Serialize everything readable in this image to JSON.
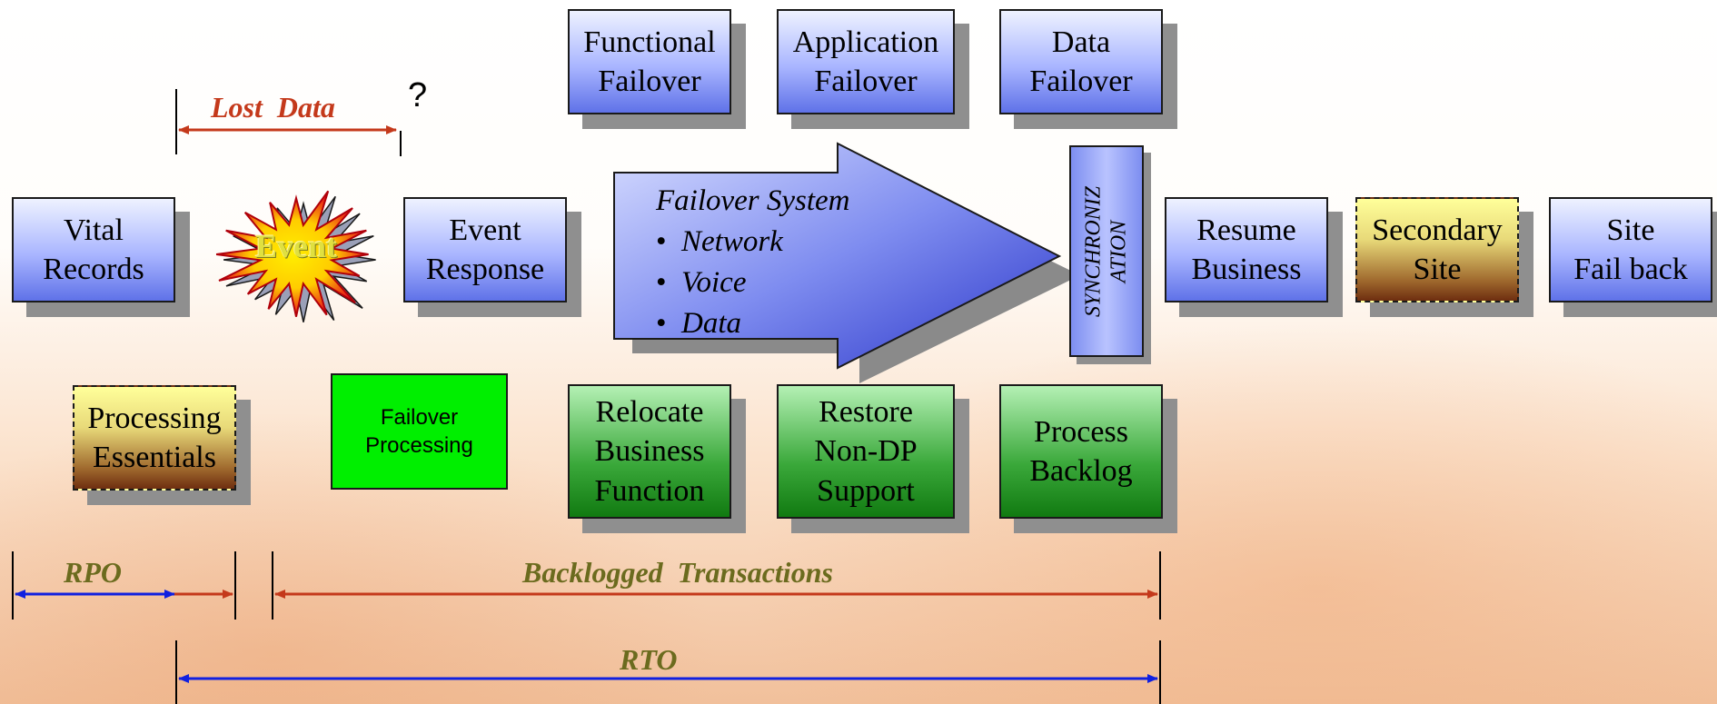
{
  "top_row": {
    "functional_failover": "Functional\nFailover",
    "application_failover": "Application\nFailover",
    "data_failover": "Data\nFailover"
  },
  "middle_row": {
    "vital_records": "Vital\nRecords",
    "event_starburst": "Event",
    "event_response": "Event\nResponse",
    "failover_system": {
      "title": "Failover System",
      "items": [
        "Network",
        "Voice",
        "Data"
      ]
    },
    "synchronization": "SYNCHRONIZ\nATION",
    "resume_business": "Resume\nBusiness",
    "secondary_site": "Secondary\nSite",
    "site_fail_back": "Site\nFail back"
  },
  "bottom_row": {
    "processing_essentials": "Processing\nEssentials",
    "failover_processing": "Failover\nProcessing",
    "relocate_business_function": "Relocate\nBusiness\nFunction",
    "restore_non_dp_support": "Restore\nNon-DP\nSupport",
    "process_backlog": "Process\nBacklog"
  },
  "spans": {
    "lost_data": "Lost  Data",
    "question_mark": "?",
    "rpo": "RPO",
    "backlogged_transactions": "Backlogged  Transactions",
    "rto": "RTO"
  },
  "colors": {
    "box_blue": "#a9b5ff",
    "box_green": "#3aa83a",
    "box_gold": "#e8d979",
    "failover_processing_green": "#00ef00",
    "arrow_red": "#c4391b",
    "arrow_blue": "#1020e0",
    "starburst_red": "#e8101a",
    "starburst_yellow": "#ffee00"
  }
}
